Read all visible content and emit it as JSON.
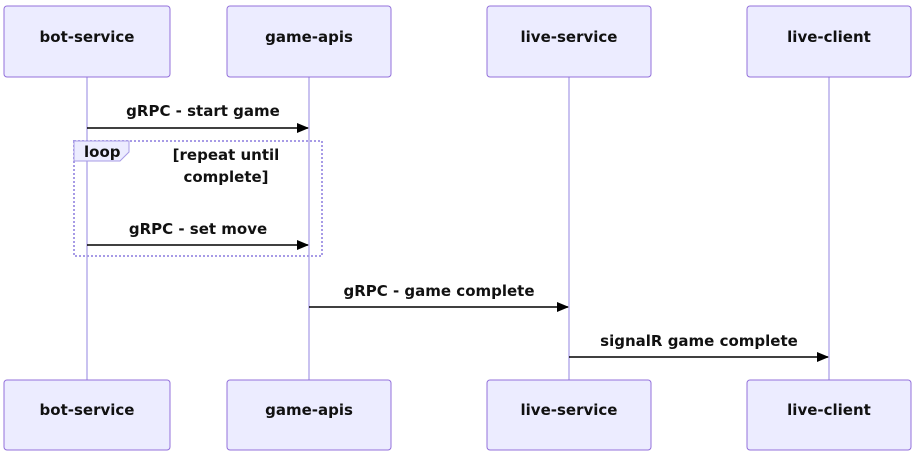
{
  "actors": [
    {
      "id": "bot",
      "label": "bot-service"
    },
    {
      "id": "game",
      "label": "game-apis"
    },
    {
      "id": "live",
      "label": "live-service"
    },
    {
      "id": "client",
      "label": "live-client"
    }
  ],
  "messages": [
    {
      "id": "start_game",
      "from": "bot",
      "to": "game",
      "label": "gRPC - start game"
    },
    {
      "id": "set_move",
      "from": "bot",
      "to": "game",
      "label": "gRPC - set move"
    },
    {
      "id": "game_complete",
      "from": "game",
      "to": "live",
      "label": "gRPC - game complete"
    },
    {
      "id": "signalr_complete",
      "from": "live",
      "to": "client",
      "label": "signalR game complete"
    }
  ],
  "loop": {
    "label": "loop",
    "condition_line1": "[repeat until",
    "condition_line2": "complete]"
  },
  "colors": {
    "actor_fill": "#ECECFF",
    "actor_border": "#9370DB",
    "lifeline": "#C9C2F0",
    "arrow": "#000000",
    "loop_border": "#A79BE6"
  }
}
